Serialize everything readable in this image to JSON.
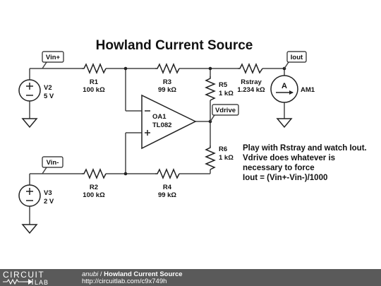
{
  "title": "Howland Current Source",
  "note_lines": [
    "Play with Rstray and watch Iout.",
    "Vdrive does whatever is",
    "necessary to force",
    "Iout = (Vin+-Vin-)/1000"
  ],
  "labels": {
    "vin_plus": "Vin+",
    "vin_minus": "Vin-",
    "iout": "Iout",
    "vdrive": "Vdrive"
  },
  "components": {
    "V2": {
      "name": "V2",
      "value": "5 V"
    },
    "V3": {
      "name": "V3",
      "value": "2 V"
    },
    "R1": {
      "name": "R1",
      "value": "100 kΩ"
    },
    "R2": {
      "name": "R2",
      "value": "100 kΩ"
    },
    "R3": {
      "name": "R3",
      "value": "99 kΩ"
    },
    "R4": {
      "name": "R4",
      "value": "99 kΩ"
    },
    "R5": {
      "name": "R5",
      "value": "1 kΩ"
    },
    "R6": {
      "name": "R6",
      "value": "1 kΩ"
    },
    "Rstray": {
      "name": "Rstray",
      "value": "1.234 kΩ"
    },
    "OA1": {
      "name": "OA1",
      "model": "TL082"
    },
    "AM1": {
      "name": "AM1",
      "symbol": "A"
    }
  },
  "footer": {
    "logo_top": "CIRCUIT",
    "logo_bottom": "LAB",
    "user": "anubi",
    "separator": " / ",
    "doc_title": "Howland Current Source",
    "url": "http://circuitlab.com/c9x749h"
  }
}
